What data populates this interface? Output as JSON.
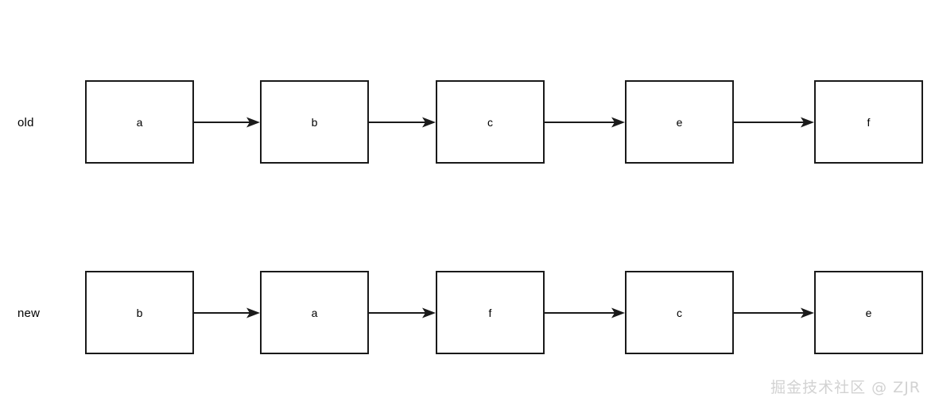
{
  "diagram": {
    "type": "linked-list-reorder",
    "background_color": "#ffffff",
    "node_border_color": "#1a1a1a",
    "node_fill_color": "#ffffff",
    "text_color": "#000000",
    "arrow_color": "#1a1a1a",
    "rows": [
      {
        "label": "old",
        "nodes": [
          {
            "label": "a"
          },
          {
            "label": "b"
          },
          {
            "label": "c"
          },
          {
            "label": "e"
          },
          {
            "label": "f"
          }
        ],
        "arrows": [
          {
            "from": "a",
            "to": "b"
          },
          {
            "from": "b",
            "to": "c"
          },
          {
            "from": "c",
            "to": "e"
          },
          {
            "from": "e",
            "to": "f"
          }
        ]
      },
      {
        "label": "new",
        "nodes": [
          {
            "label": "b"
          },
          {
            "label": "a"
          },
          {
            "label": "f"
          },
          {
            "label": "c"
          },
          {
            "label": "e"
          }
        ],
        "arrows": [
          {
            "from": "b",
            "to": "a"
          },
          {
            "from": "a",
            "to": "f"
          },
          {
            "from": "f",
            "to": "c"
          },
          {
            "from": "c",
            "to": "e"
          }
        ]
      }
    ]
  },
  "watermark": {
    "text": "掘金技术社区 @ ZJR",
    "color": "#d2d2d2"
  }
}
